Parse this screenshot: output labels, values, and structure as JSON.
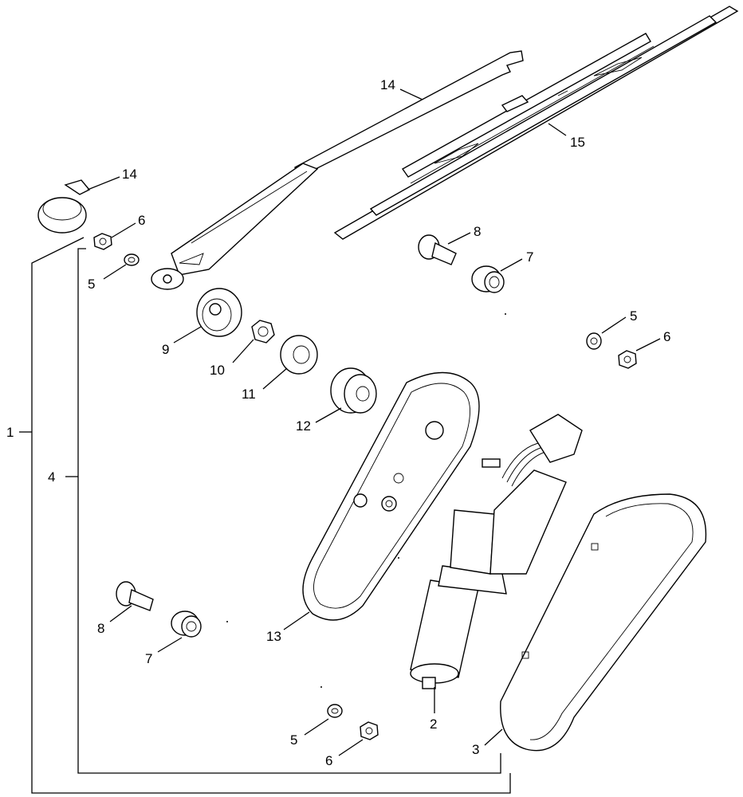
{
  "callouts": {
    "c1": "1",
    "c4": "4",
    "c14_arm": "14",
    "c15_blade": "15",
    "c14_clip": "14",
    "c6_top": "6",
    "c5_top": "5",
    "c8_top": "8",
    "c7_top": "7",
    "c5_right": "5",
    "c6_right": "6",
    "c9": "9",
    "c10": "10",
    "c11": "11",
    "c12": "12",
    "c13": "13",
    "c8_bottom": "8",
    "c7_bottom": "7",
    "c2": "2",
    "c3": "3",
    "c5_bottom": "5",
    "c6_bottom": "6"
  },
  "colors": {
    "line": "#000000",
    "background": "#ffffff"
  }
}
